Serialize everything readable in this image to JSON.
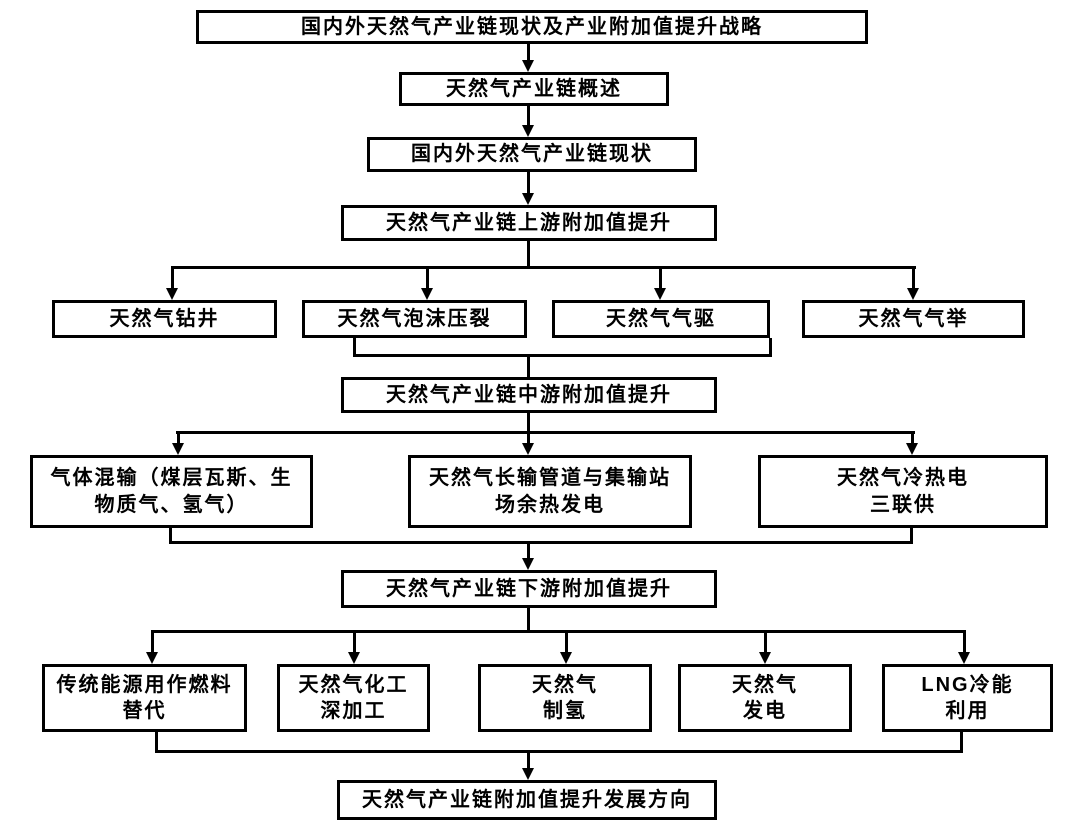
{
  "flowchart": {
    "nodes": {
      "root": "国内外天然气产业链现状及产业附加值提升战略",
      "overview": "天然气产业链概述",
      "status": "国内外天然气产业链现状",
      "upstream": "天然气产业链上游附加值提升",
      "drilling": "天然气钻井",
      "foam_fracturing": "天然气泡沫压裂",
      "gas_drive": "天然气气驱",
      "gas_lift": "天然气气举",
      "midstream": "天然气产业链中游附加值提升",
      "mixed_gas_transport": "气体混输（煤层瓦斯、生\n物质气、氢气）",
      "pipeline_waste_heat": "天然气长输管道与集输站\n场余热发电",
      "cchp": "天然气冷热电\n三联供",
      "downstream": "天然气产业链下游附加值提升",
      "fuel_substitution": "传统能源用作燃料\n替代",
      "chemical_deep_processing": "天然气化工\n深加工",
      "hydrogen_production": "天然气\n制氢",
      "power_generation": "天然气\n发电",
      "lng_cold_energy": "LNG冷能\n利用",
      "development_direction": "天然气产业链附加值提升发展方向"
    },
    "colors": {
      "line": "#000000",
      "box_border": "#000000",
      "text": "#000000",
      "background": "#ffffff"
    }
  }
}
